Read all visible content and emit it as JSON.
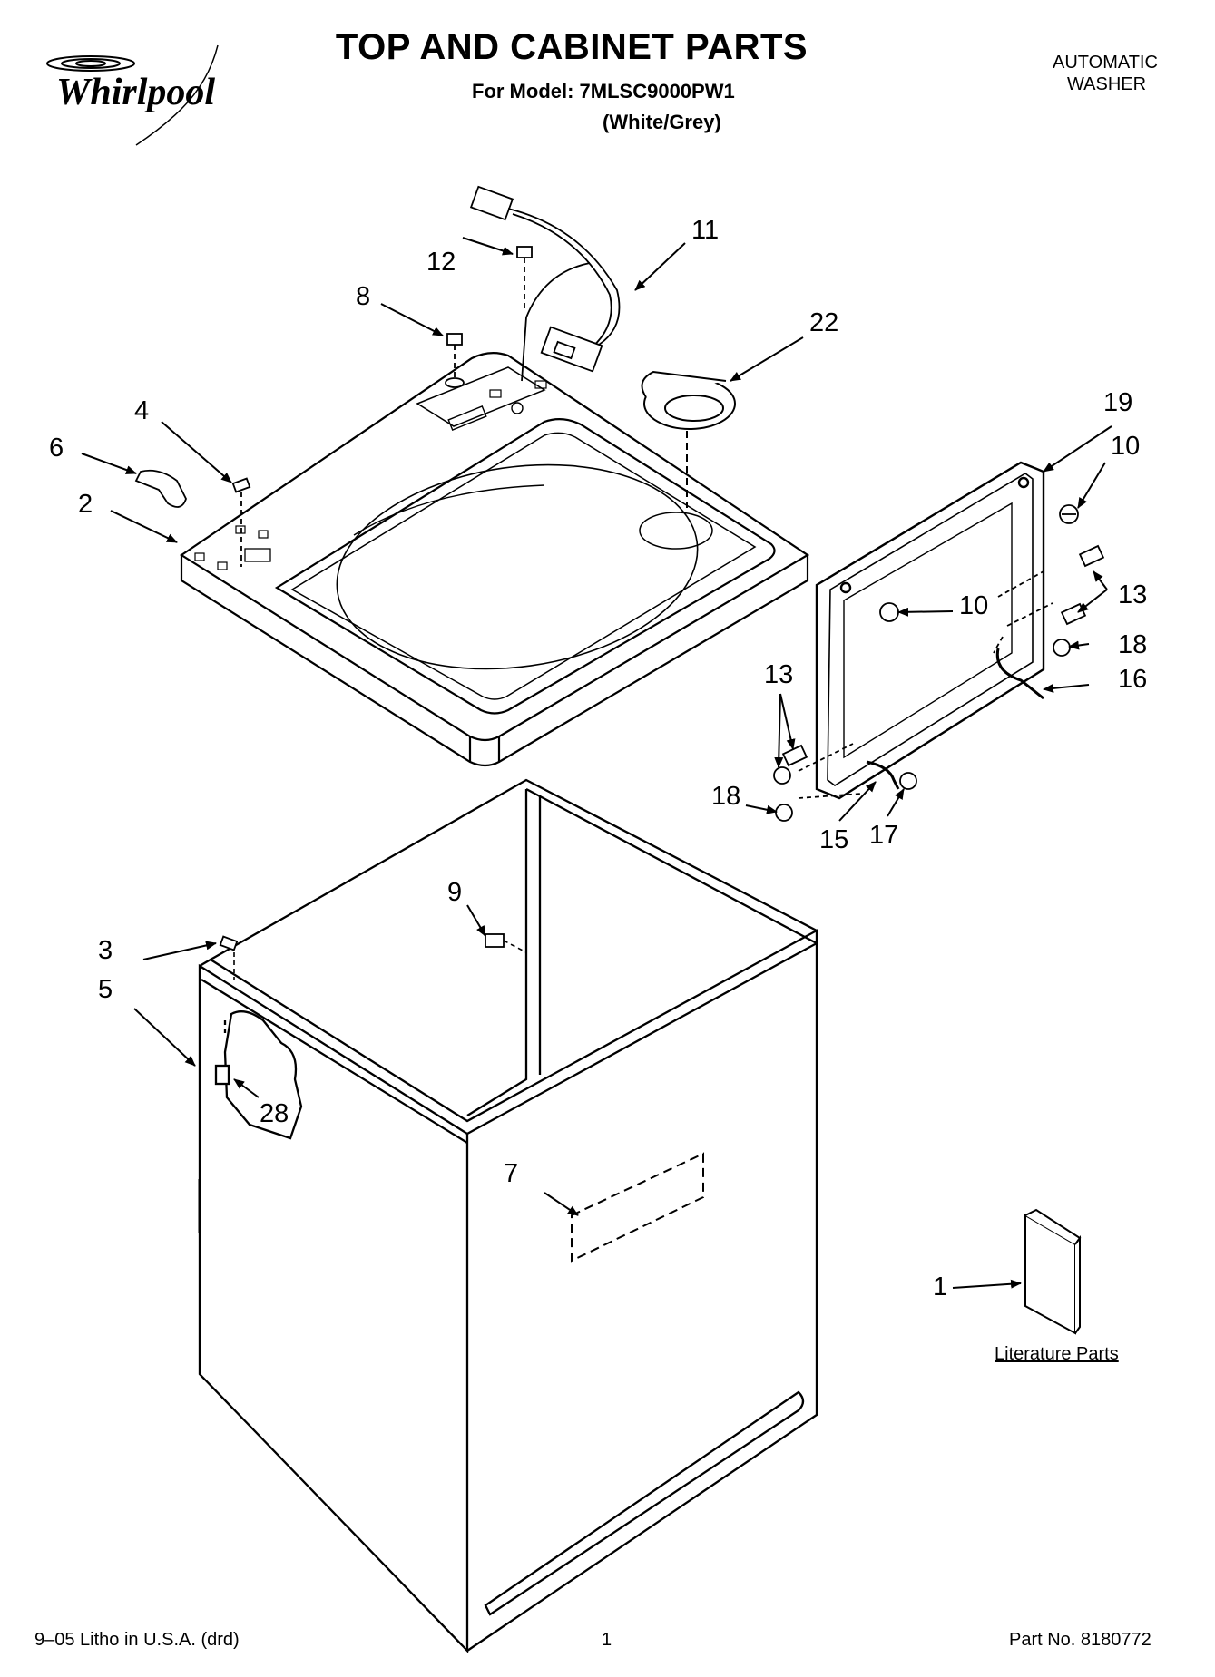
{
  "brand": {
    "logo_text": "Whirlpool"
  },
  "header": {
    "title": "TOP AND CABINET PARTS",
    "model_line": "For Model: 7MLSC9000PW1",
    "variant": "(White/Grey)",
    "appliance_type_line1": "AUTOMATIC",
    "appliance_type_line2": "WASHER"
  },
  "callouts": [
    "11",
    "12",
    "8",
    "22",
    "4",
    "6",
    "2",
    "19",
    "10",
    "10",
    "13",
    "18",
    "16",
    "13",
    "18",
    "15",
    "17",
    "9",
    "3",
    "5",
    "28",
    "7",
    "1"
  ],
  "literature_label": "Literature Parts",
  "footer": {
    "left": "9–05 Litho in U.S.A. (drd)",
    "center": "1",
    "right": "Part No. 8180772"
  }
}
